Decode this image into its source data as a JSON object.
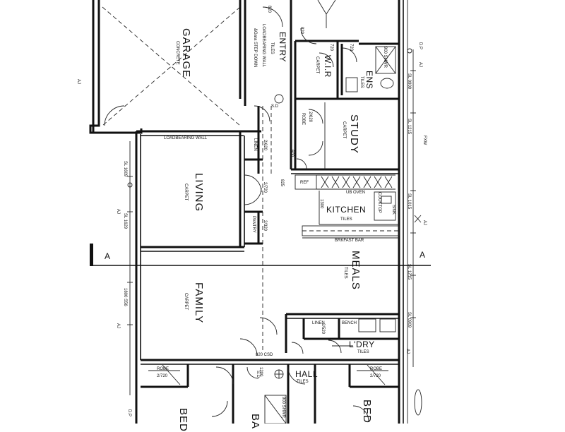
{
  "rooms": {
    "garage": "GARAGE",
    "garage_floor": "CONCRETE",
    "entry": "ENTRY",
    "entry_floor": "TILES",
    "wir": "W.I.R",
    "wir_floor": "CARPET",
    "ens": "ENS",
    "ens_floor": "TILES",
    "study": "STUDY",
    "study_floor": "CARPET",
    "living": "LIVING",
    "living_floor": "CARPET",
    "kitchen": "KITCHEN",
    "kitchen_floor": "TILES",
    "meals": "MEALS",
    "meals_floor": "TILES",
    "family": "FAMILY",
    "family_floor": "CARPET",
    "ldry": "L'DRY",
    "ldry_floor": "TILES",
    "hall": "HALL",
    "hall_floor": "TILES",
    "bed_left": "BED",
    "bed_right": "BED",
    "bath": "BA",
    "linen": "LINEN",
    "pantry": "PANTRY",
    "robe_left": "ROBE",
    "robe_right": "ROBE",
    "robe_study": "ROBE"
  },
  "notes": {
    "loadbearing_wall_entry": "LOADBEARING WALL",
    "loadbearing_wall_living": "LOADBEARING WALL",
    "step_down": "&Gara STEP DOWN",
    "brkfast_bar": "BRKFAST BAR",
    "ref": "REF",
    "oven": "UB OVEN",
    "cooktop": "COOKTOP",
    "sink": "SINK",
    "shower": "900 SHWR",
    "ens_shower": "900 SHWR",
    "ldry_linen": "LINEN",
    "ldry_bench": "BENCH",
    "section_mark": "A"
  },
  "dims": {
    "d820_a": "820",
    "d820_b": "820",
    "d720_a": "720",
    "d720_b": "720",
    "d2x620_a": "2/620",
    "d2x620_b": "2/620",
    "d2x720_a": "2/720",
    "d2x720_b": "2/720",
    "d2x520": "2/520",
    "d2x320": "2/320",
    "d825": "825",
    "d1300": "1300",
    "d600_sd": "600",
    "d820_csd": "820 CSD",
    "d1200": "1200",
    "robe_2x720_l": "2/720",
    "robe_2x720_r": "2/720",
    "robe_2x620_study": "2/620",
    "sd_a": "S.D",
    "sd_b": "S.D",
    "aj_1": "AJ",
    "aj_2": "AJ",
    "aj_3": "AJ",
    "aj_4": "AJ",
    "aj_5": "AJ",
    "aj_6": "AJ",
    "dp_1": "D.P",
    "dp_2": "D.P",
    "sl_1": "SL 1609",
    "sl_2": "SL 1629",
    "sl_3": "SL 0909",
    "sl_4": "SL 1215",
    "sl_5": "SL 1015",
    "sl_6": "SL 1215",
    "sl_7": "SL 0909",
    "fw_1": "FXW",
    "dim_1500": "1800 S56"
  }
}
